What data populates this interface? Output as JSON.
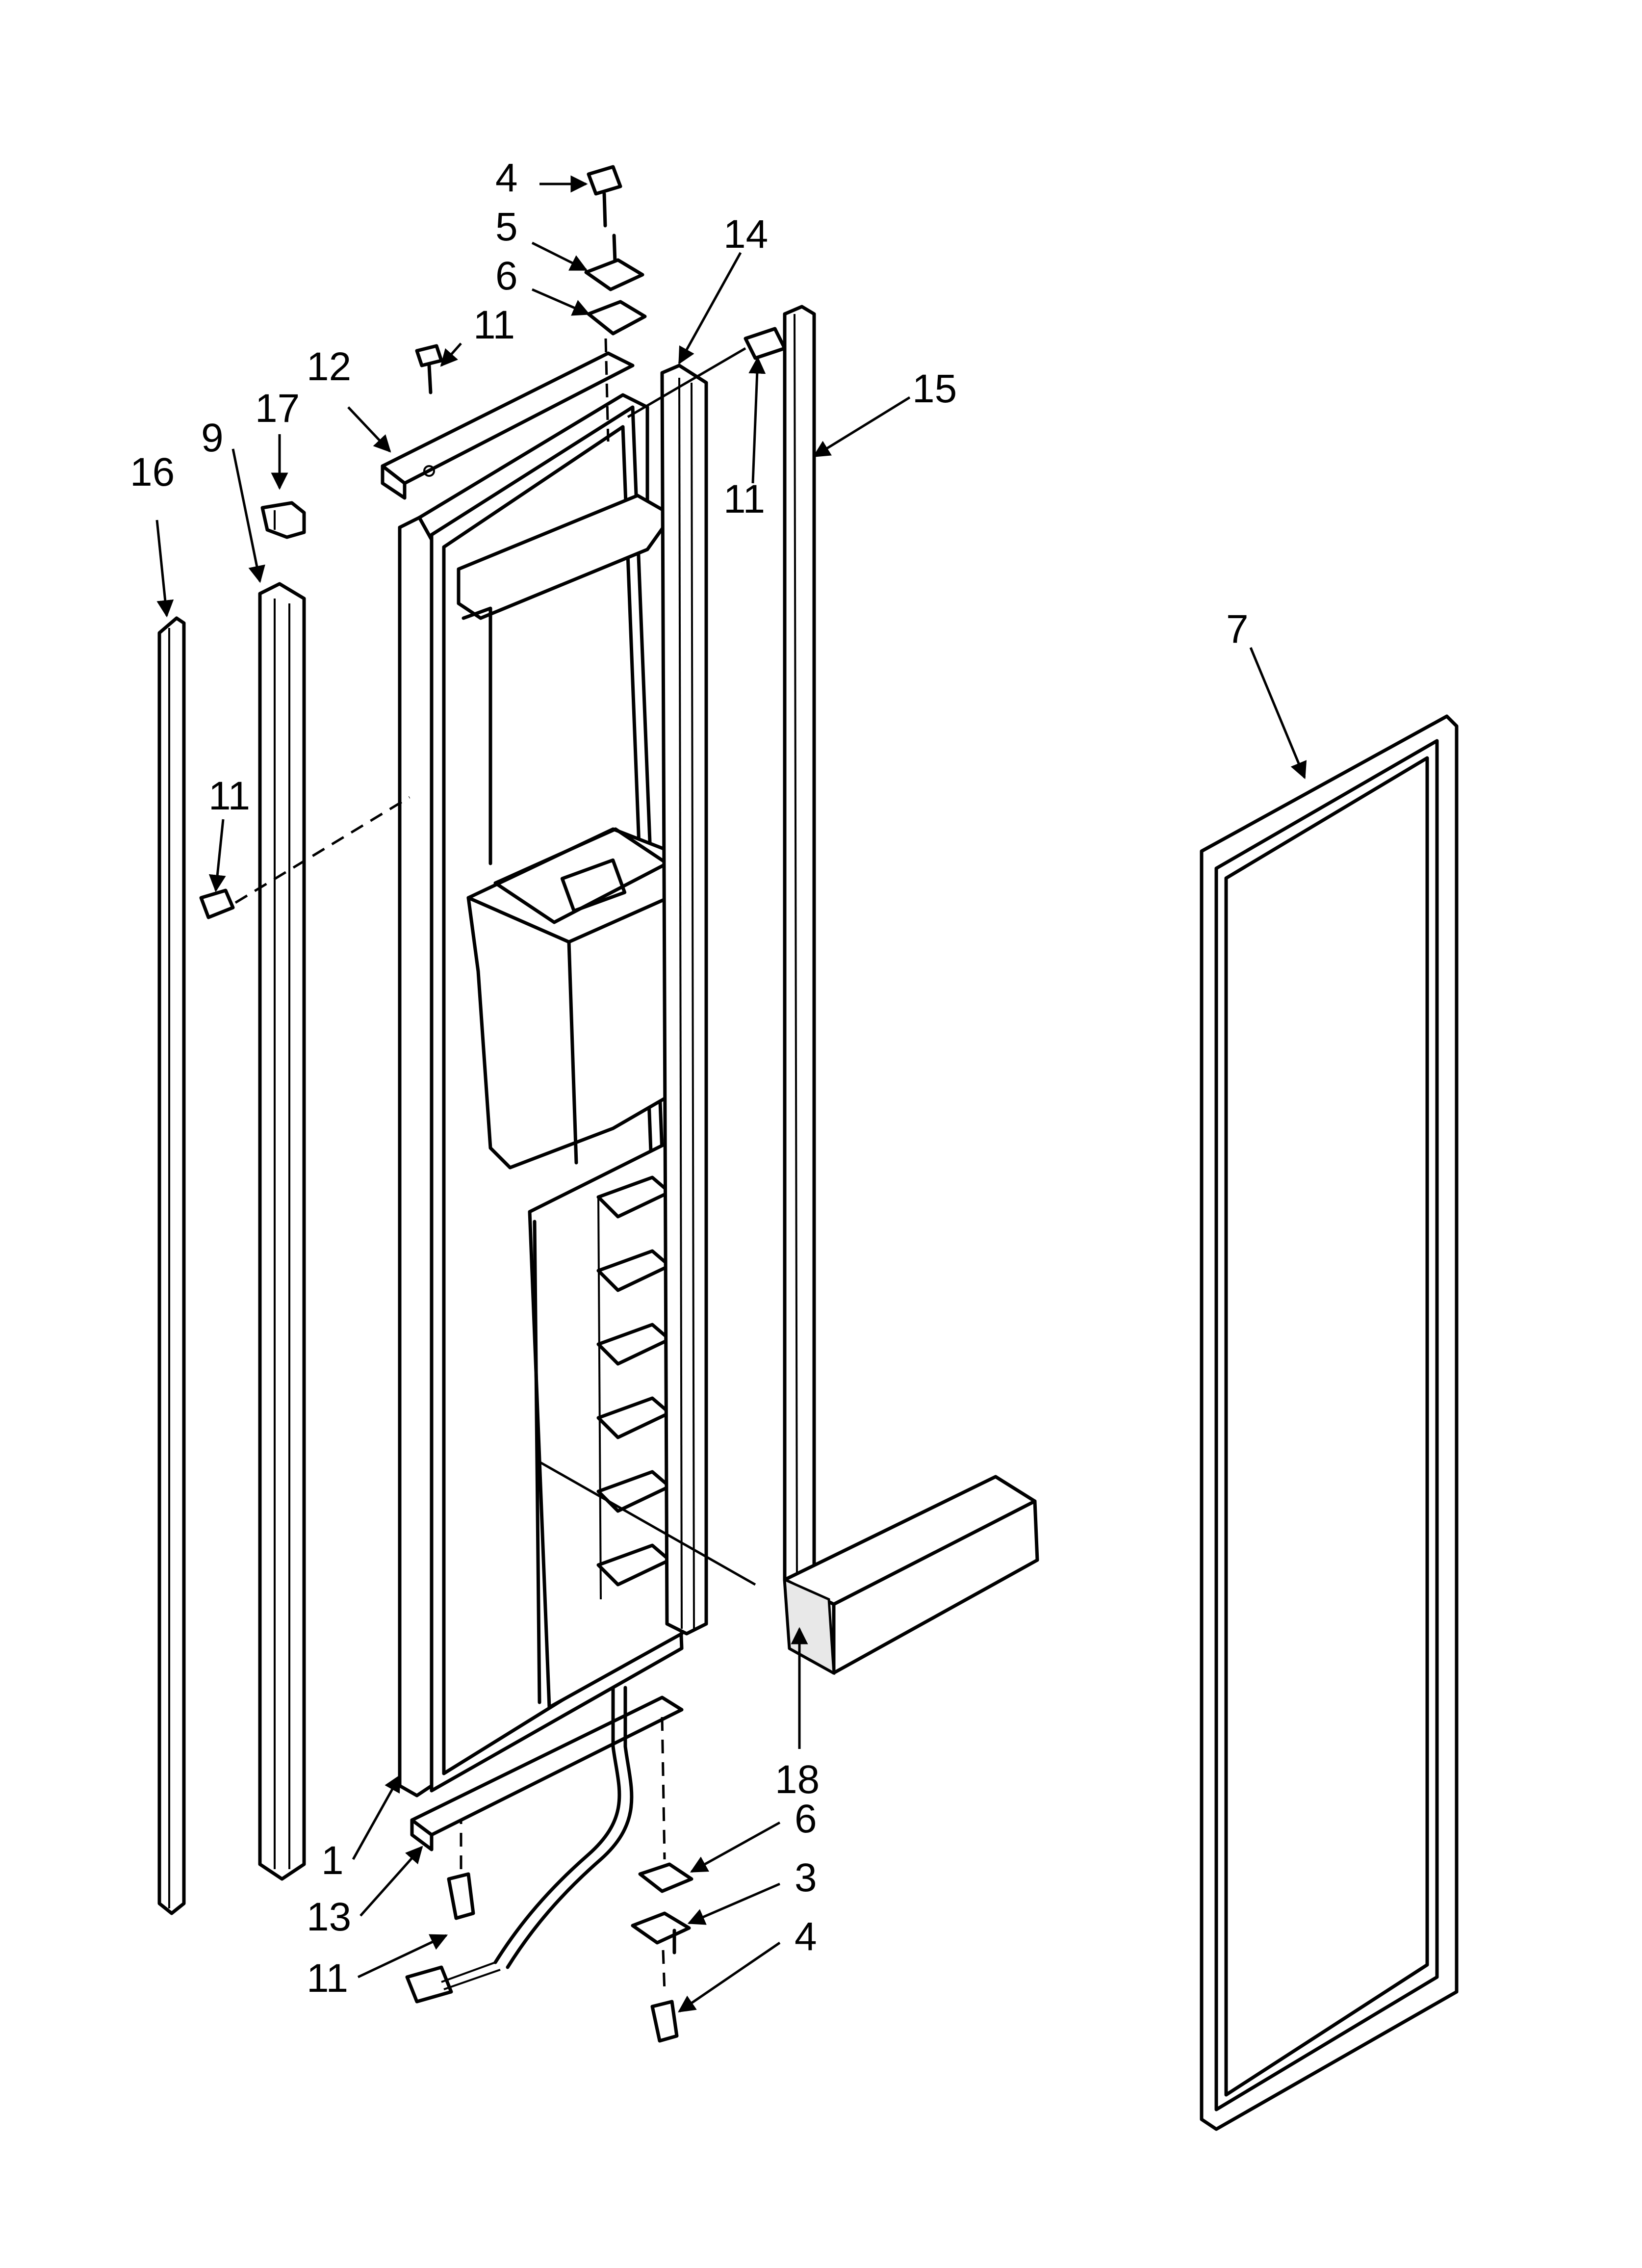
{
  "callouts": {
    "c4_top": "4",
    "c5": "5",
    "c6_top": "6",
    "c11_top": "11",
    "c12": "12",
    "c14": "14",
    "c11_right": "11",
    "c15": "15",
    "c17": "17",
    "c9": "9",
    "c16": "16",
    "c11_left": "11",
    "c7": "7",
    "c18": "18",
    "c6_bottom": "6",
    "c3": "3",
    "c4_bottom": "4",
    "c1": "1",
    "c13": "13",
    "c11_bottom": "11"
  }
}
